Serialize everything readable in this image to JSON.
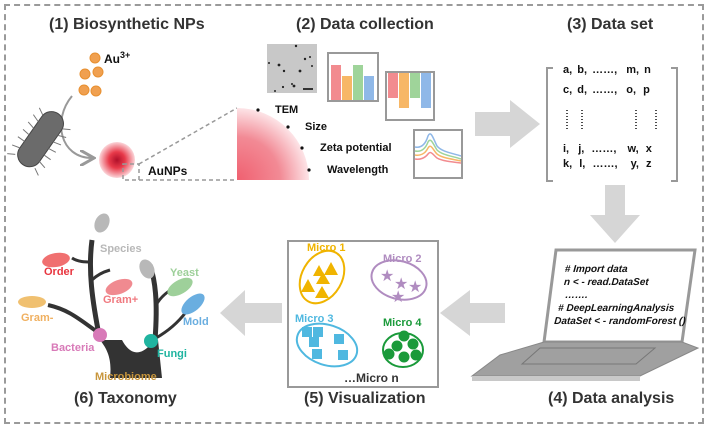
{
  "steps": [
    {
      "id": 1,
      "title": "(1) Biosynthetic NPs"
    },
    {
      "id": 2,
      "title": "(2) Data collection"
    },
    {
      "id": 3,
      "title": "(3) Data set"
    },
    {
      "id": 4,
      "title": "(4) Data analysis"
    },
    {
      "id": 5,
      "title": "(5) Visualization"
    },
    {
      "id": 6,
      "title": "(6) Taxonomy"
    }
  ],
  "biosynthesis": {
    "ion_label": "Au",
    "ion_charge": "3+",
    "product_label": "AuNPs",
    "colors": {
      "ion": "#f0a050",
      "particle": "#e83a4a",
      "bacterium": "#6b6b6b"
    }
  },
  "data_collection": {
    "measurements": [
      "TEM",
      "Size",
      "Zeta potential",
      "Wavelength"
    ],
    "series_colors": [
      "#f28b8f",
      "#f7b766",
      "#9fd49a",
      "#8fb8e8"
    ]
  },
  "data_set": {
    "rows": [
      [
        "a,",
        "b,",
        "……,",
        "m,",
        "n"
      ],
      [
        "c,",
        "d,",
        "……,",
        "o,",
        "p"
      ],
      [
        "i,",
        "j,",
        "……,",
        "w,",
        "x"
      ],
      [
        "k,",
        "l,",
        "……,",
        "y,",
        "z"
      ]
    ]
  },
  "data_analysis": {
    "code_lines": [
      "# Import data",
      "n < - read.DataSet",
      "…….",
      "# DeepLearningAnalysis",
      "DataSet < - randomForest ()"
    ]
  },
  "visualization": {
    "clusters": [
      {
        "label": "Micro 1",
        "color": "#f0b400",
        "shape": "triangle"
      },
      {
        "label": "Micro 2",
        "color": "#b08cc0",
        "shape": "star"
      },
      {
        "label": "Micro 3",
        "color": "#4fb8e0",
        "shape": "square"
      },
      {
        "label": "Micro 4",
        "color": "#1a9a3a",
        "shape": "circle"
      }
    ],
    "more_label": "…Micro n"
  },
  "taxonomy": {
    "root": {
      "label": "Microbiome",
      "color": "#c8963c"
    },
    "nodes": [
      {
        "label": "Species",
        "color": "#b8b8b8"
      },
      {
        "label": "Order",
        "color": "#e8353f"
      },
      {
        "label": "Gram+",
        "color": "#f07a80"
      },
      {
        "label": "Gram-",
        "color": "#f0b060"
      },
      {
        "label": "Bacteria",
        "color": "#d87ab8"
      },
      {
        "label": "Yeast",
        "color": "#9ed09a"
      },
      {
        "label": "Mold",
        "color": "#6aaee0"
      },
      {
        "label": "Fungi",
        "color": "#20b4a0"
      }
    ]
  }
}
